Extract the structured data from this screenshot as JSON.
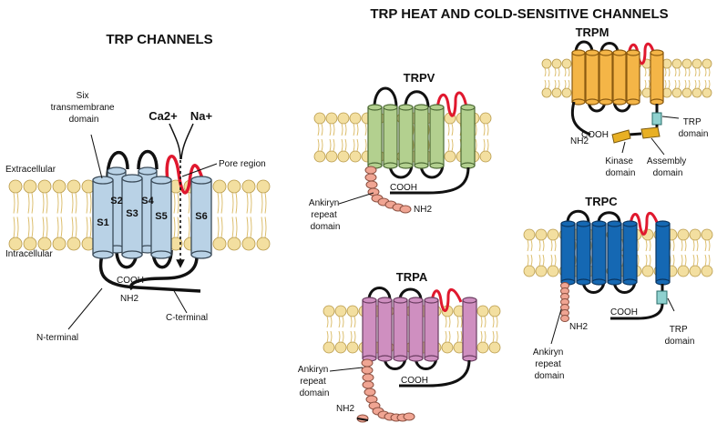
{
  "colors": {
    "lipid_head": "#f3dfa0",
    "lipid_tail": "#d9b860",
    "loop": "#111111",
    "pore_loop": "#e0182e",
    "trp_channels": "#b9d2e6",
    "trpv": "#b3d08f",
    "trpm": "#f4b547",
    "trpc": "#1568b3",
    "trpa": "#cf8fc0",
    "ankyrin": "#f0a593",
    "kinase": "#e8b024",
    "trp_domain": "#8fd1cf"
  },
  "titles": {
    "left": "TRP CHANNELS",
    "right": "TRP HEAT AND COLD-SENSITIVE CHANNELS"
  },
  "general": {
    "six_tm": "Six transmembrane domain",
    "six_tm_lines": [
      "Six",
      "transmembrane",
      "domain"
    ],
    "ca_ion": "Ca2+",
    "na_ion": "Na+",
    "pore_region": "Pore region",
    "extracellular": "Extracellular",
    "intracellular": "Intracellular",
    "segments": [
      "S1",
      "S2",
      "S3",
      "S4",
      "S5",
      "S6"
    ],
    "cooh": "COOH",
    "nh2": "NH2",
    "n_terminal": "N-terminal",
    "c_terminal": "C-terminal"
  },
  "trpv": {
    "name": "TRPV",
    "cooh": "COOH",
    "nh2": "NH2",
    "ankyrin_lines": [
      "Ankiryn",
      "repeat",
      "domain"
    ]
  },
  "trpm": {
    "name": "TRPM",
    "cooh": "COOH",
    "nh2": "NH2",
    "trp_domain_lines": [
      "TRP",
      "domain"
    ],
    "kinase_lines": [
      "Kinase",
      "domain"
    ],
    "assembly_lines": [
      "Assembly",
      "domain"
    ]
  },
  "trpc": {
    "name": "TRPC",
    "cooh": "COOH",
    "nh2": "NH2",
    "ankyrin_lines": [
      "Ankiryn",
      "repeat",
      "domain"
    ],
    "trp_domain_lines": [
      "TRP",
      "domain"
    ]
  },
  "trpa": {
    "name": "TRPA",
    "cooh": "COOH",
    "nh2": "NH2",
    "ankyrin_lines": [
      "Ankiryn",
      "repeat",
      "domain"
    ]
  }
}
